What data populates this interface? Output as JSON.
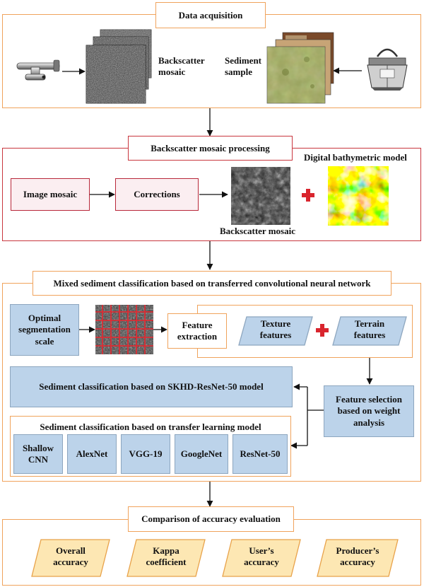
{
  "sections": {
    "acquisition": {
      "title": "Data acquisition"
    },
    "processing": {
      "title": "Backscatter mosaic processing"
    },
    "classification": {
      "title": "Mixed sediment classification based on transferred convolutional neural network"
    },
    "comparison": {
      "title": "Comparison of accuracy evaluation"
    }
  },
  "acquisition": {
    "backscatter_label": [
      "Backscatter",
      "mosaic"
    ],
    "sediment_label": [
      "Sediment",
      "sample"
    ]
  },
  "processing": {
    "image_mosaic": "Image mosaic",
    "corrections": "Corrections",
    "backscatter_caption": "Backscatter mosaic",
    "dbm_caption": "Digital bathymetric model"
  },
  "classification": {
    "optimal_scale": [
      "Optimal",
      "segmentation",
      "scale"
    ],
    "feature_extraction": [
      "Feature",
      "extraction"
    ],
    "texture_features": [
      "Texture",
      "features"
    ],
    "terrain_features": [
      "Terrain",
      "features"
    ],
    "skhd_model": "Sediment classification based on SKHD-ResNet-50 model",
    "feature_selection": [
      "Feature selection",
      "based on weight",
      "analysis"
    ],
    "transfer_title": "Sediment classification based on transfer learning model",
    "models": [
      [
        "Shallow",
        "CNN"
      ],
      [
        "AlexNet"
      ],
      [
        "VGG-19"
      ],
      [
        "GoogleNet"
      ],
      [
        "ResNet-50"
      ]
    ]
  },
  "comparison": {
    "metrics": [
      [
        "Overall",
        "accuracy"
      ],
      [
        "Kappa",
        "coefficient"
      ],
      [
        "User’s",
        "accuracy"
      ],
      [
        "Producer’s",
        "accuracy"
      ]
    ]
  },
  "colors": {
    "orange_border": "#f0a35c",
    "red_border": "#c9363e",
    "blue_fill": "#bcd3ea",
    "pink_fill": "#fbeef1",
    "parallelogram_fill": "#fde7b3",
    "plus_red": "#d9252e"
  }
}
